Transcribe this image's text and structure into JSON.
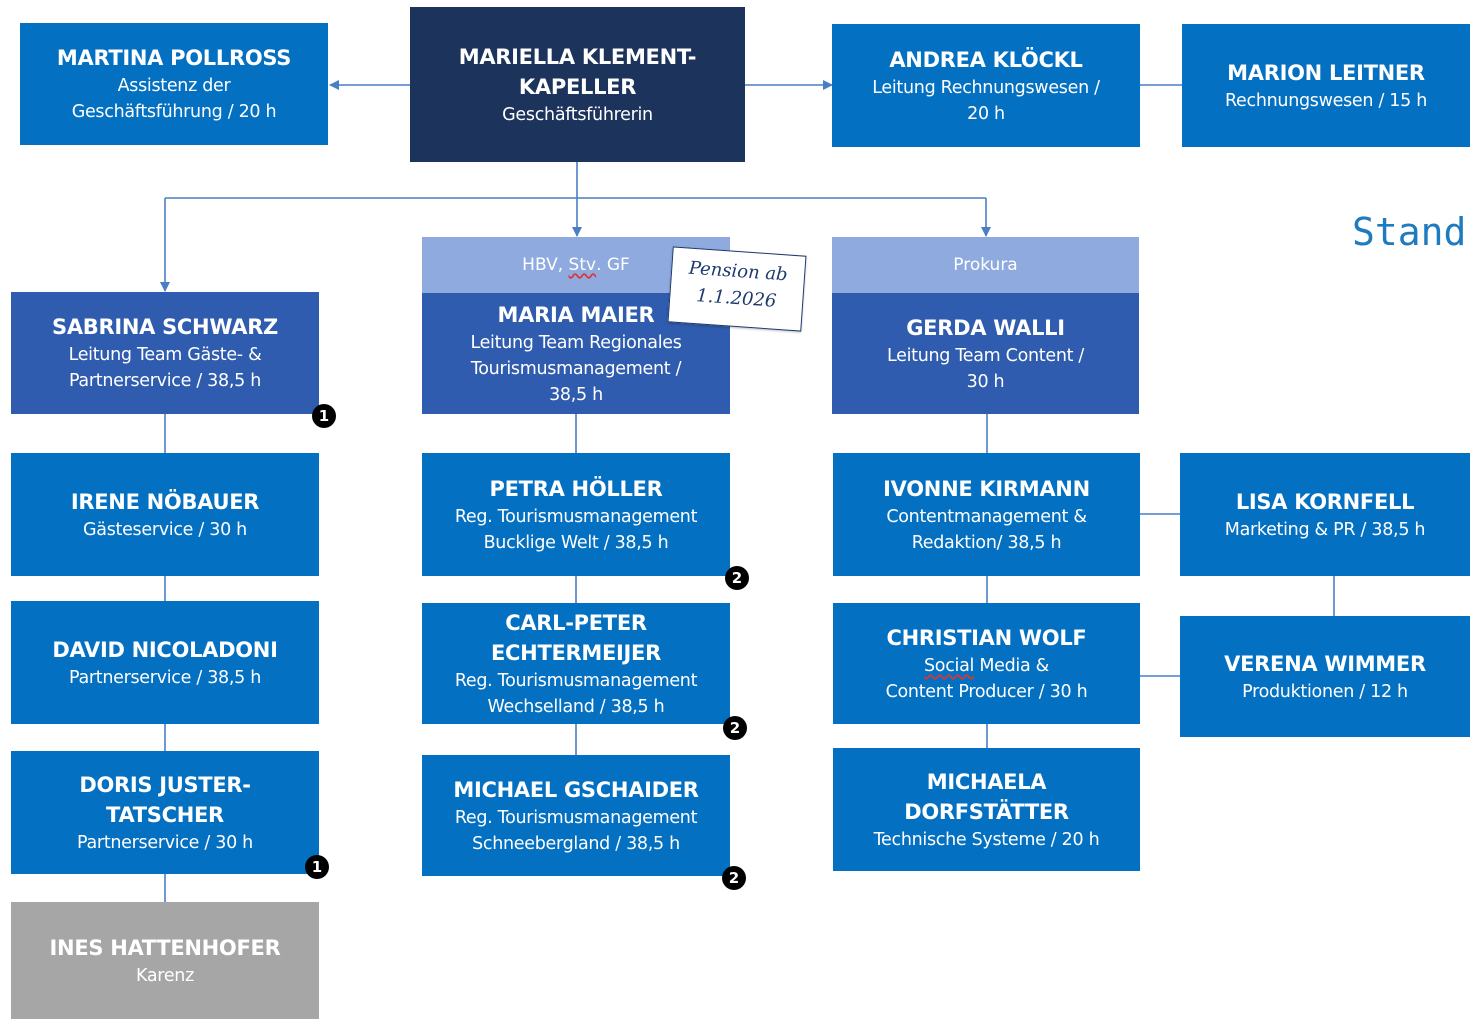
{
  "header_fragment": "Stand",
  "top": {
    "ceo": {
      "name": "MARIELLA KLEMENT-\nKAPELLER",
      "role": "Geschäftsführerin"
    },
    "assistant": {
      "name": "MARTINA POLLROSS",
      "role": "Assistenz der\nGeschäftsführung / 20 h"
    },
    "accounting_lead": {
      "name": "ANDREA KLÖCKL",
      "role": "Leitung Rechnungswesen /\n20 h"
    },
    "accounting": {
      "name": "MARION LEITNER",
      "role": "Rechnungswesen / 15 h"
    }
  },
  "team_left": {
    "lead": {
      "name": "SABRINA SCHWARZ",
      "role": "Leitung Team Gäste- &\nPartnerservice / 38,5 h",
      "badge": "1"
    },
    "members": [
      {
        "name": "IRENE NÖBAUER",
        "role": "Gästeservice / 30 h"
      },
      {
        "name": "DAVID NICOLADONI",
        "role": "Partnerservice / 38,5 h"
      },
      {
        "name": "DORIS JUSTER-\nTATSCHER",
        "role": "Partnerservice / 30 h",
        "badge": "1"
      },
      {
        "name": "INES HATTENHOFER",
        "role": "Karenz"
      }
    ]
  },
  "team_middle": {
    "label_prefix": "HBV, ",
    "label_word": "Stv",
    "label_suffix": ". GF",
    "note": "Pension ab\n1.1.2026",
    "lead": {
      "name": "MARIA MAIER",
      "role": "Leitung Team Regionales\nTourismusmanagement /\n38,5 h"
    },
    "members": [
      {
        "name": "PETRA HÖLLER",
        "role": "Reg. Tourismusmanagement\nBucklige Welt / 38,5 h",
        "badge": "2"
      },
      {
        "name": "CARL-PETER\nECHTERMEIJER",
        "role": "Reg. Tourismusmanagement\nWechselland / 38,5 h",
        "badge": "2"
      },
      {
        "name": "MICHAEL GSCHAIDER",
        "role": "Reg. Tourismusmanagement\nSchneebergland / 38,5 h",
        "badge": "2"
      }
    ]
  },
  "team_right": {
    "label": "Prokura",
    "lead": {
      "name": "GERDA WALLI",
      "role": "Leitung Team Content /\n30 h"
    },
    "members": [
      {
        "name": "IVONNE KIRMANN",
        "role": "Contentmanagement &\nRedaktion/ 38,5 h"
      },
      {
        "name": "CHRISTIAN WOLF",
        "role_word": "Social",
        "role_rest": " Media &",
        "role_line2": "Content Producer / 30 h"
      },
      {
        "name": "MICHAELA\nDORFSTÄTTER",
        "role": "Technische Systeme / 20 h"
      }
    ],
    "side": [
      {
        "name": "LISA KORNFELL",
        "role": "Marketing & PR / 38,5 h"
      },
      {
        "name": "VERENA WIMMER",
        "role": "Produktionen / 12 h"
      }
    ]
  },
  "colors": {
    "box": "#0470c2",
    "ceo": "#1c335c",
    "lead": "#2f5cae",
    "label": "#8eaadf",
    "inactive": "#a6a6a6",
    "line": "#4a7fc4"
  }
}
